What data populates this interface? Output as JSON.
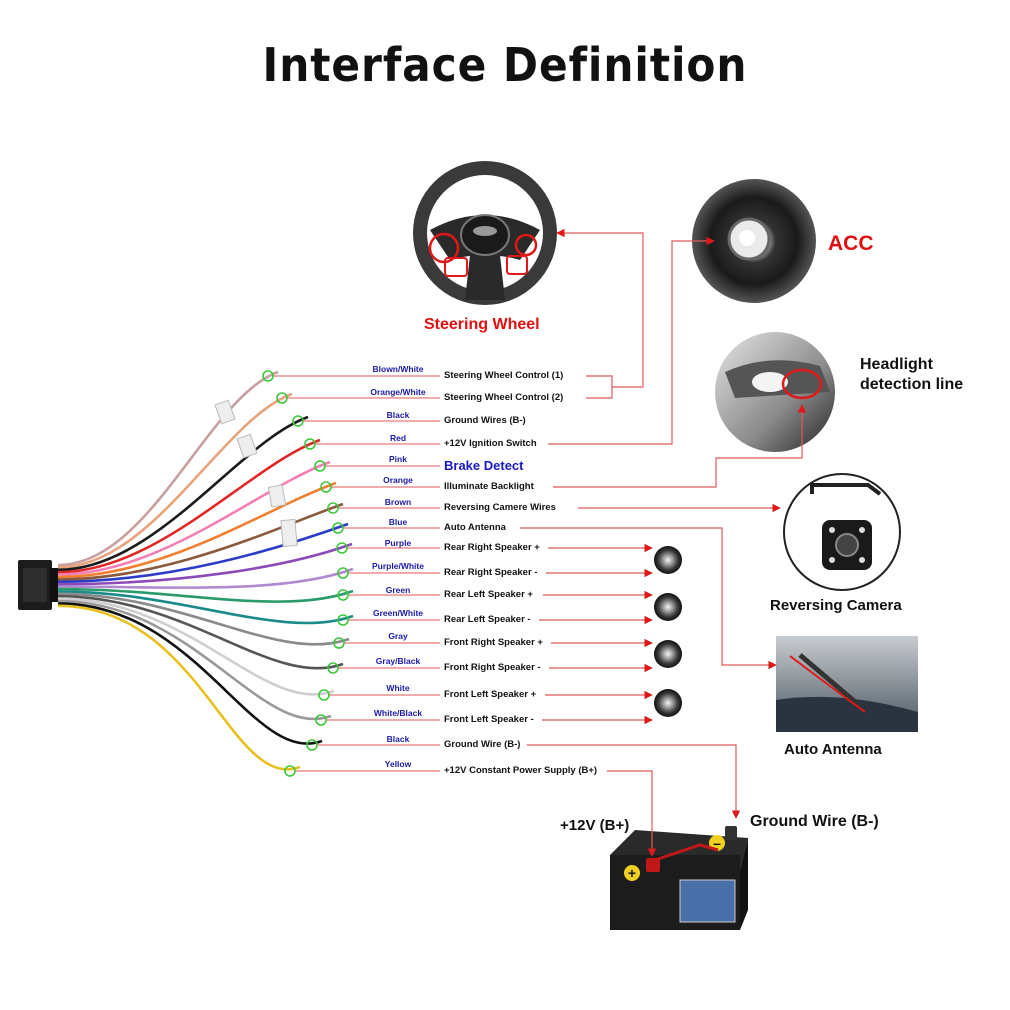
{
  "title": "Interface Definition",
  "harness": {
    "rows": [
      {
        "color_label": "Blown/White",
        "function": "Steering Wheel Control (1)",
        "wire": "#c9a0a0"
      },
      {
        "color_label": "Orange/White",
        "function": "Steering Wheel Control (2)",
        "wire": "#e8a37a"
      },
      {
        "color_label": "Black",
        "function": "Ground Wires (B-)",
        "wire": "#1a1a1a"
      },
      {
        "color_label": "Red",
        "function": "+12V  Ignition Switch",
        "wire": "#e02828"
      },
      {
        "color_label": "Pink",
        "function": "Brake Detect",
        "wire": "#f27fb5",
        "emphasis": true
      },
      {
        "color_label": "Orange",
        "function": "Illuminate Backlight",
        "wire": "#f08030"
      },
      {
        "color_label": "Brown",
        "function": "Reversing Camere Wires",
        "wire": "#8b5a3c"
      },
      {
        "color_label": "Blue",
        "function": "Auto Antenna",
        "wire": "#2a3cc8"
      },
      {
        "color_label": "Purple",
        "function": "Rear Right Speaker +",
        "wire": "#8a4ab8"
      },
      {
        "color_label": "Purple/White",
        "function": "Rear Right Speaker -",
        "wire": "#b08ad0"
      },
      {
        "color_label": "Green",
        "function": "Rear Left Speaker +",
        "wire": "#2a9a6a"
      },
      {
        "color_label": "Green/White",
        "function": "Rear Left Speaker -",
        "wire": "#1a8a8a"
      },
      {
        "color_label": "Gray",
        "function": "Front Right Speaker +",
        "wire": "#8a8a8a"
      },
      {
        "color_label": "Gray/Black",
        "function": "Front Right Speaker -",
        "wire": "#555555"
      },
      {
        "color_label": "White",
        "function": "Front Left Speaker +",
        "wire": "#cfcfcf"
      },
      {
        "color_label": "White/Black",
        "function": "Front Left Speaker -",
        "wire": "#9a9a9a"
      },
      {
        "color_label": "Black",
        "function": "Ground Wire (B-)",
        "wire": "#111111"
      },
      {
        "color_label": "Yellow",
        "function": "+12V Constant Power Supply (B+)",
        "wire": "#e8c020"
      }
    ]
  },
  "labels": {
    "steering_wheel": "Steering Wheel",
    "acc": "ACC",
    "headlight": [
      "Headlight",
      "detection line"
    ],
    "reversing_camera": "Reversing Camera",
    "auto_antenna": "Auto Antenna",
    "battery_plus": "+12V  (B+)",
    "battery_ground": "Ground Wire (B-)"
  },
  "colors": {
    "leader_line": "#e05a5a",
    "wire_label": "#1a1aa8",
    "accent_red": "#e01010",
    "highlight": "#1818c8"
  }
}
